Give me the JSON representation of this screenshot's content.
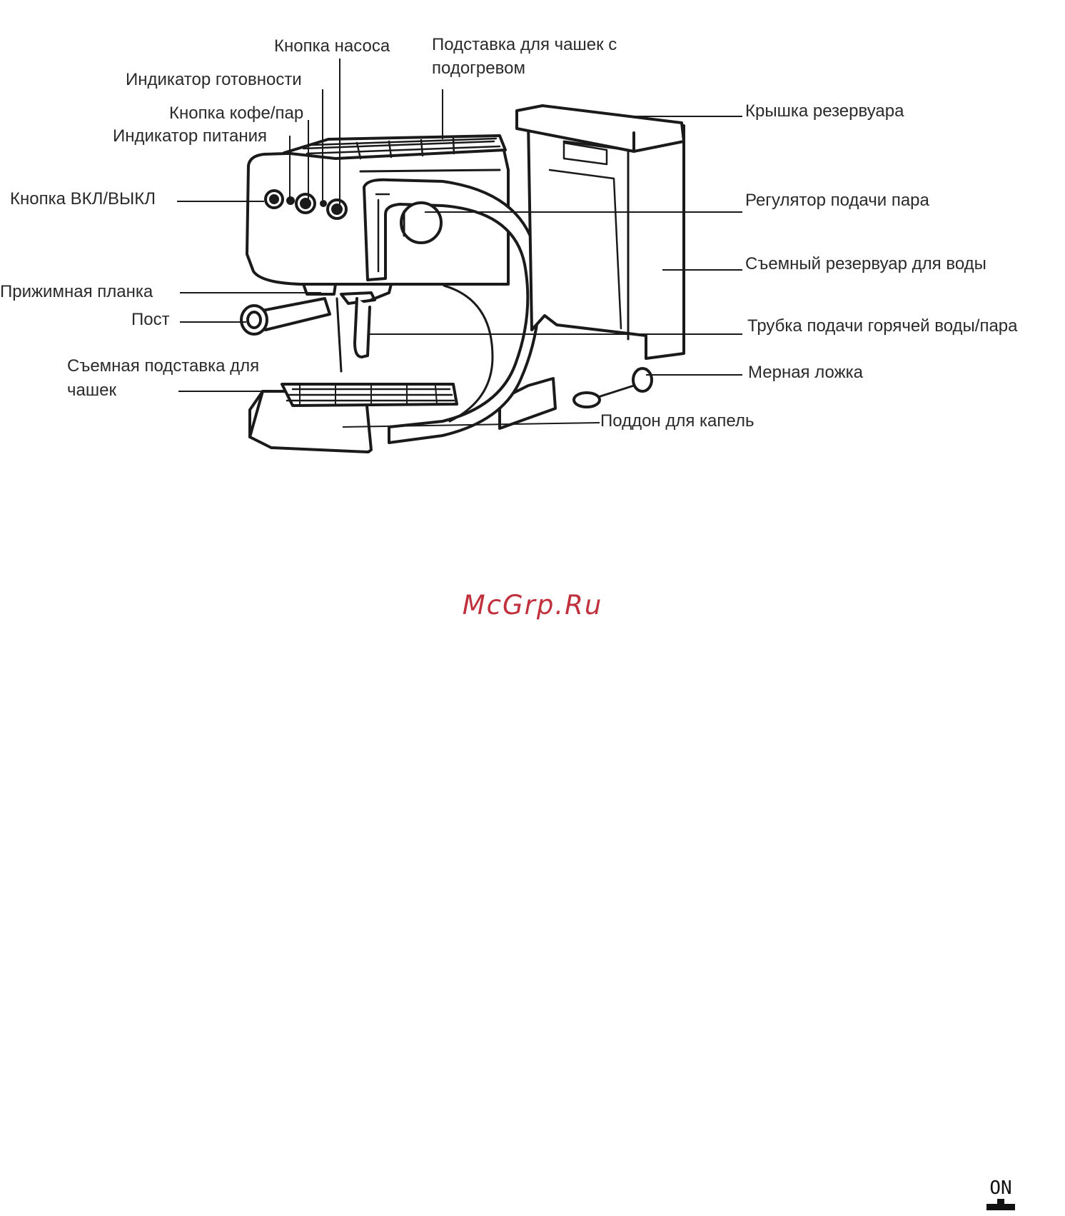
{
  "labels": {
    "pump_button": "Кнопка насоса",
    "ready_indicator": "Индикатор готовности",
    "coffee_steam_button": "Кнопка кофе/пар",
    "power_indicator": "Индикатор питания",
    "on_off_button": "Кнопка ВКЛ/ВЫКЛ",
    "clamp_bar": "Прижимная планка",
    "post": "Пост",
    "cup_stand_line1": "Съемная подставка для",
    "cup_stand_line2": "чашек",
    "heated_cup_stand_line1": "Подставка для чашек с",
    "heated_cup_stand_line2": "подогревом",
    "tank_lid": "Крышка резервуара",
    "steam_regulator": "Регулятор подачи пара",
    "water_tank": "Съемный резервуар для воды",
    "hot_water_steam_tube": "Трубка подачи горячей воды/пара",
    "measuring_spoon": "Мерная ложка",
    "drip_tray": "Поддон для капель"
  },
  "watermark": "McGrp.Ru",
  "on_symbol": "ON"
}
